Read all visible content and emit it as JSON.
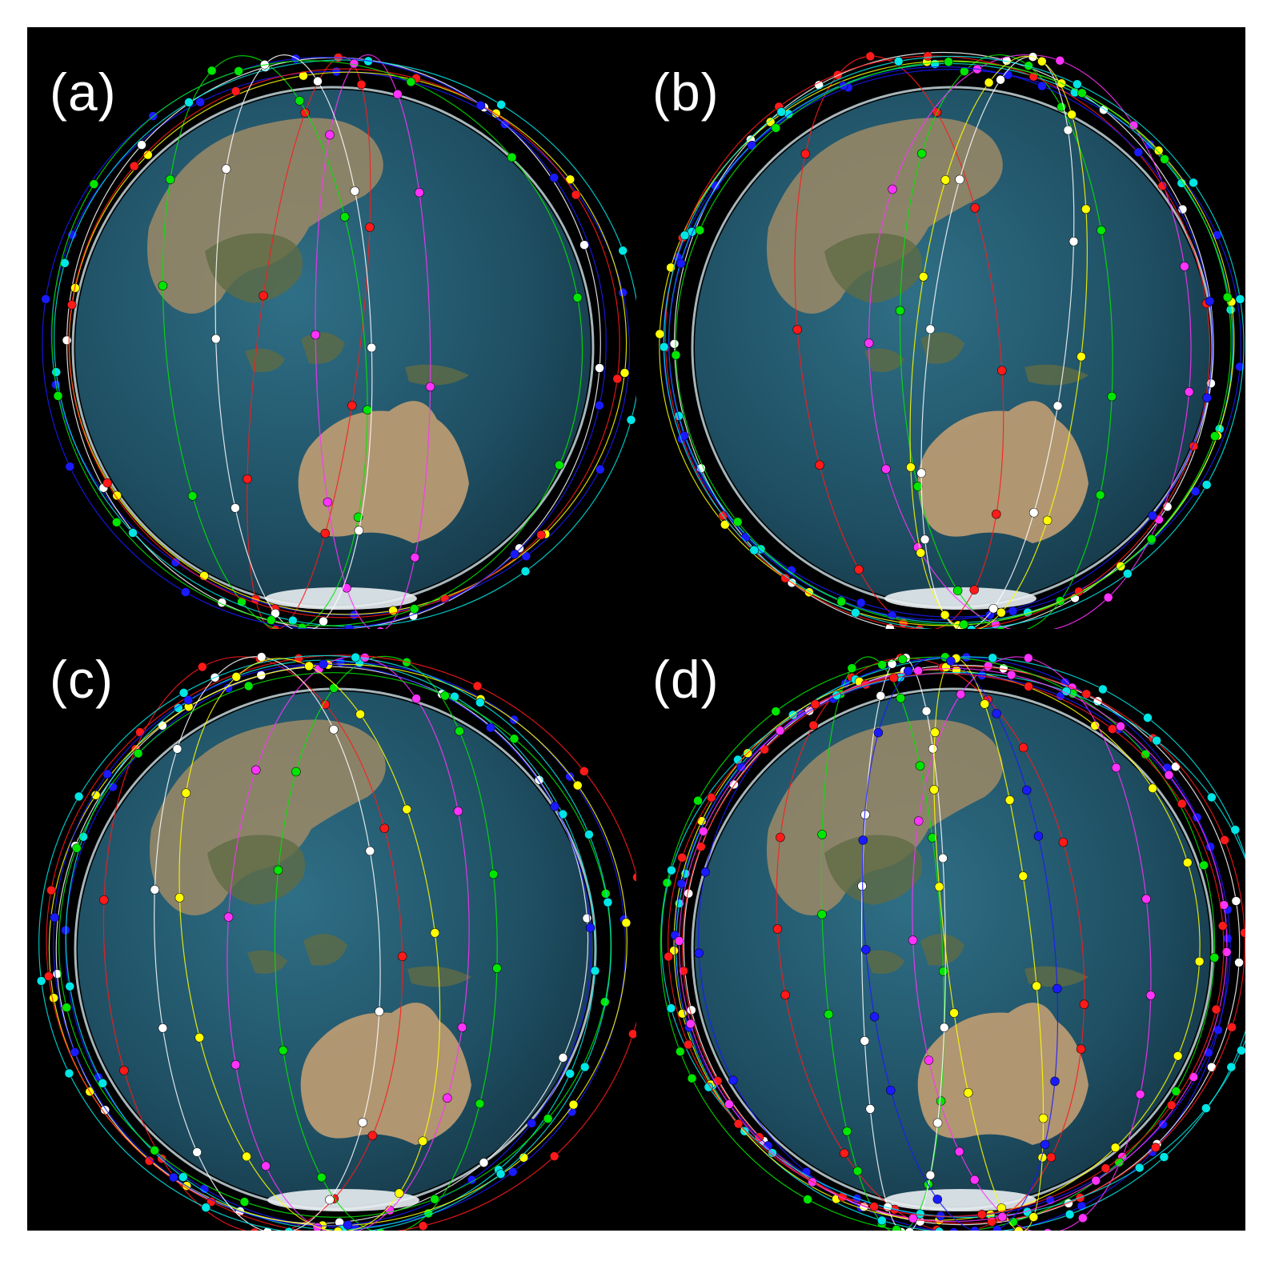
{
  "figure": {
    "background": "#ffffff",
    "panel_background": "#000000",
    "label_color": "#ffffff",
    "panels": [
      {
        "id": "a",
        "label": "(a)",
        "orbit_colors": [
          "#ff1a1a",
          "#1a1aff",
          "#ffffff",
          "#00e600",
          "#00e5e5",
          "#ffff00",
          "#ff33ff"
        ]
      },
      {
        "id": "b",
        "label": "(b)",
        "orbit_colors": [
          "#ff1a1a",
          "#1a1aff",
          "#ffffff",
          "#00e600",
          "#00e5e5",
          "#ffff00",
          "#ff33ff"
        ]
      },
      {
        "id": "c",
        "label": "(c)",
        "orbit_colors": [
          "#ff1a1a",
          "#1a1aff",
          "#ffffff",
          "#00e600",
          "#00e5e5",
          "#ffff00",
          "#ff33ff"
        ]
      },
      {
        "id": "d",
        "label": "(d)",
        "orbit_colors": [
          "#ff1a1a",
          "#1a1aff",
          "#ffffff",
          "#00e600",
          "#00e5e5",
          "#ffff00",
          "#ff33ff"
        ]
      }
    ]
  }
}
